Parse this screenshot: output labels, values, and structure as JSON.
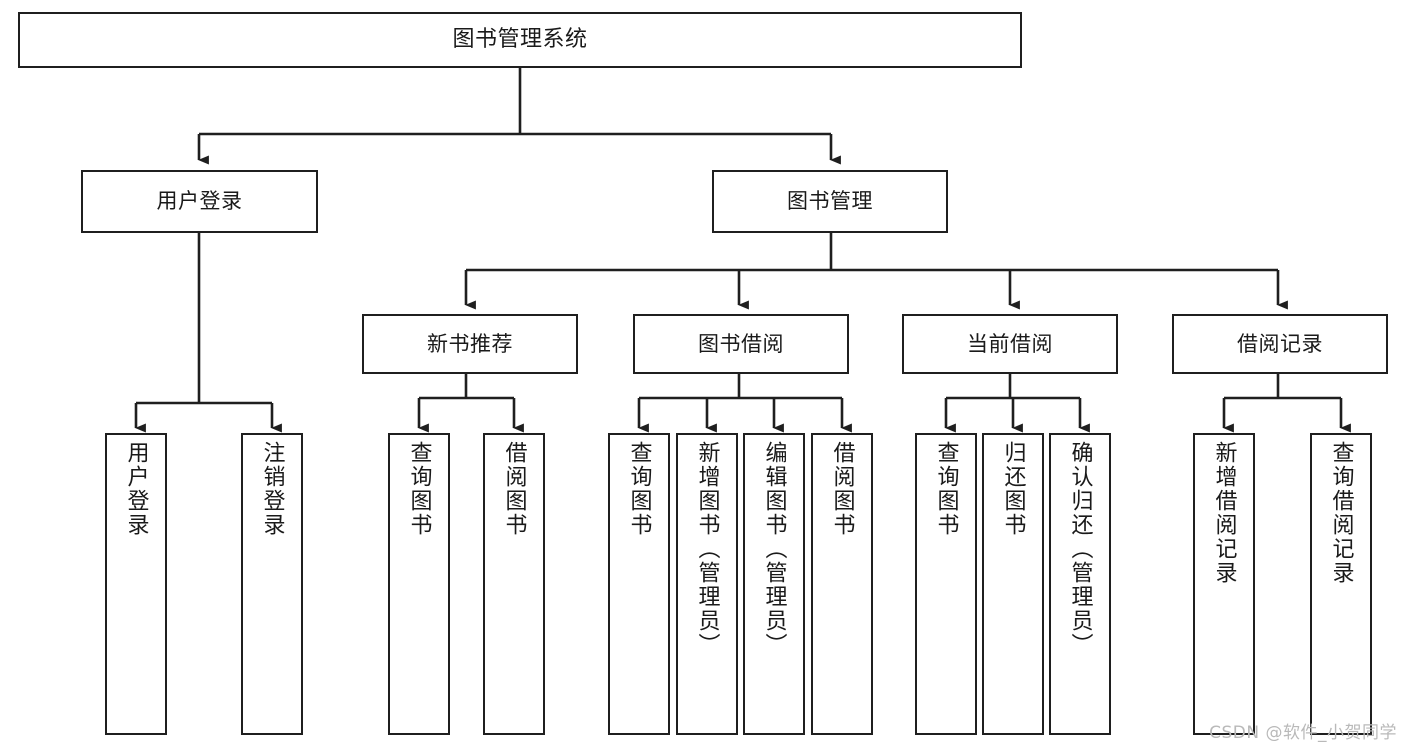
{
  "diagram": {
    "title": "图书管理系统",
    "type": "hierarchy-tree",
    "orientation": "top-down",
    "style": {
      "box_border_color": "#1f1f1f",
      "box_fill_color": "#ffffff",
      "line_color": "#1f1f1f",
      "background_color": "#ffffff",
      "watermark_color": "#b9b9b9"
    },
    "watermark": "CSDN @软件_小贺同学"
  },
  "nodes": {
    "root": {
      "label": "图书管理系统",
      "level": 1
    },
    "level2": [
      {
        "id": "user-login",
        "label": "用户登录"
      },
      {
        "id": "book-manage",
        "label": "图书管理"
      }
    ],
    "level3": [
      {
        "id": "new-book-recommend",
        "label": "新书推荐",
        "parent": "book-manage"
      },
      {
        "id": "book-borrow",
        "label": "图书借阅",
        "parent": "book-manage"
      },
      {
        "id": "current-borrow",
        "label": "当前借阅",
        "parent": "book-manage"
      },
      {
        "id": "borrow-record",
        "label": "借阅记录",
        "parent": "book-manage"
      }
    ],
    "leaves": {
      "user-login": [
        {
          "id": "leaf-user-login",
          "label": "用户登录"
        },
        {
          "id": "leaf-user-logout",
          "label": "注销登录"
        }
      ],
      "new-book-recommend": [
        {
          "id": "leaf-query-book-1",
          "label": "查询图书"
        },
        {
          "id": "leaf-borrow-book-1",
          "label": "借阅图书"
        }
      ],
      "book-borrow": [
        {
          "id": "leaf-query-book-2",
          "label": "查询图书"
        },
        {
          "id": "leaf-add-book",
          "label": "新增图书（管理员）"
        },
        {
          "id": "leaf-edit-book",
          "label": "编辑图书（管理员）"
        },
        {
          "id": "leaf-borrow-book-2",
          "label": "借阅图书"
        }
      ],
      "current-borrow": [
        {
          "id": "leaf-query-book-3",
          "label": "查询图书"
        },
        {
          "id": "leaf-return-book",
          "label": "归还图书"
        },
        {
          "id": "leaf-confirm-return",
          "label": "确认归还（管理员）"
        }
      ],
      "borrow-record": [
        {
          "id": "leaf-add-record",
          "label": "新增借阅记录"
        },
        {
          "id": "leaf-query-record",
          "label": "查询借阅记录"
        }
      ]
    }
  }
}
